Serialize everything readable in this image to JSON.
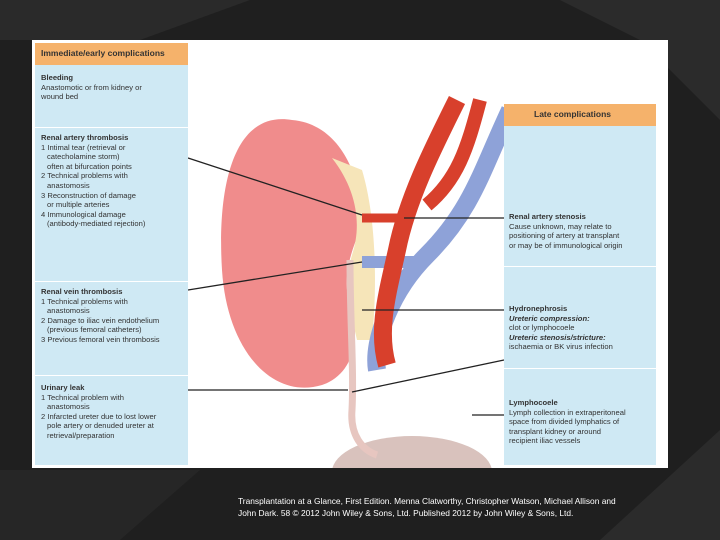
{
  "left_panel": {
    "title": "Immediate/early complications",
    "bleeding": {
      "heading": "Bleeding",
      "lines": [
        "Anastomotic or from kidney or",
        "wound bed"
      ]
    },
    "renal_artery_thrombosis": {
      "heading": "Renal artery thrombosis",
      "lines": [
        "1 Intimal tear (retrieval or",
        "catecholamine storm)",
        "often at bifurcation points",
        "2 Technical problems with",
        "anastomosis",
        "3 Reconstruction of damage",
        "or multiple arteries",
        "4 Immunological damage",
        "(antibody-mediated rejection)"
      ]
    },
    "renal_vein_thrombosis": {
      "heading": "Renal vein thrombosis",
      "lines": [
        "1 Technical problems with",
        "anastomosis",
        "2 Damage to iliac vein endothelium",
        "(previous femoral catheters)",
        "3 Previous femoral vein thrombosis"
      ]
    },
    "urinary_leak": {
      "heading": "Urinary leak",
      "lines": [
        "1 Technical problem with",
        "anastomosis",
        "2 Infarcted ureter due to lost lower",
        "pole artery or denuded ureter at",
        "retrieval/preparation"
      ]
    }
  },
  "right_panel": {
    "title": "Late complications",
    "renal_artery_stenosis": {
      "heading": "Renal artery stenosis",
      "lines": [
        "Cause unknown, may relate to",
        "positioning of artery at transplant",
        "or may be of immunological origin"
      ]
    },
    "hydronephrosis": {
      "heading": "Hydronephrosis",
      "sub1": "Ureteric compression:",
      "sub1_lines": [
        "clot or lymphocoele"
      ],
      "sub2": "Ureteric stenosis/stricture:",
      "sub2_lines": [
        "ischaemia or BK virus infection"
      ]
    },
    "lymphocoele": {
      "heading": "Lymphocoele",
      "lines": [
        "Lymph collection in extraperitoneal",
        "space from divided lymphatics of",
        "transplant kidney or around",
        "recipient iliac vessels"
      ]
    }
  },
  "caption": {
    "line1": "Transplantation at a Glance, First Edition. Menna Clatworthy, Christopher Watson, Michael Allison and",
    "line2": "John Dark. 58 © 2012 John Wiley & Sons, Ltd. Published 2012 by John Wiley & Sons, Ltd."
  },
  "colors": {
    "panel": "#cfe9f4",
    "panel_header": "#f5b26b",
    "artery": "#d8402c",
    "vein": "#8ea2d8",
    "kidney": "#f08c8c",
    "background": "#1f1f1f"
  }
}
